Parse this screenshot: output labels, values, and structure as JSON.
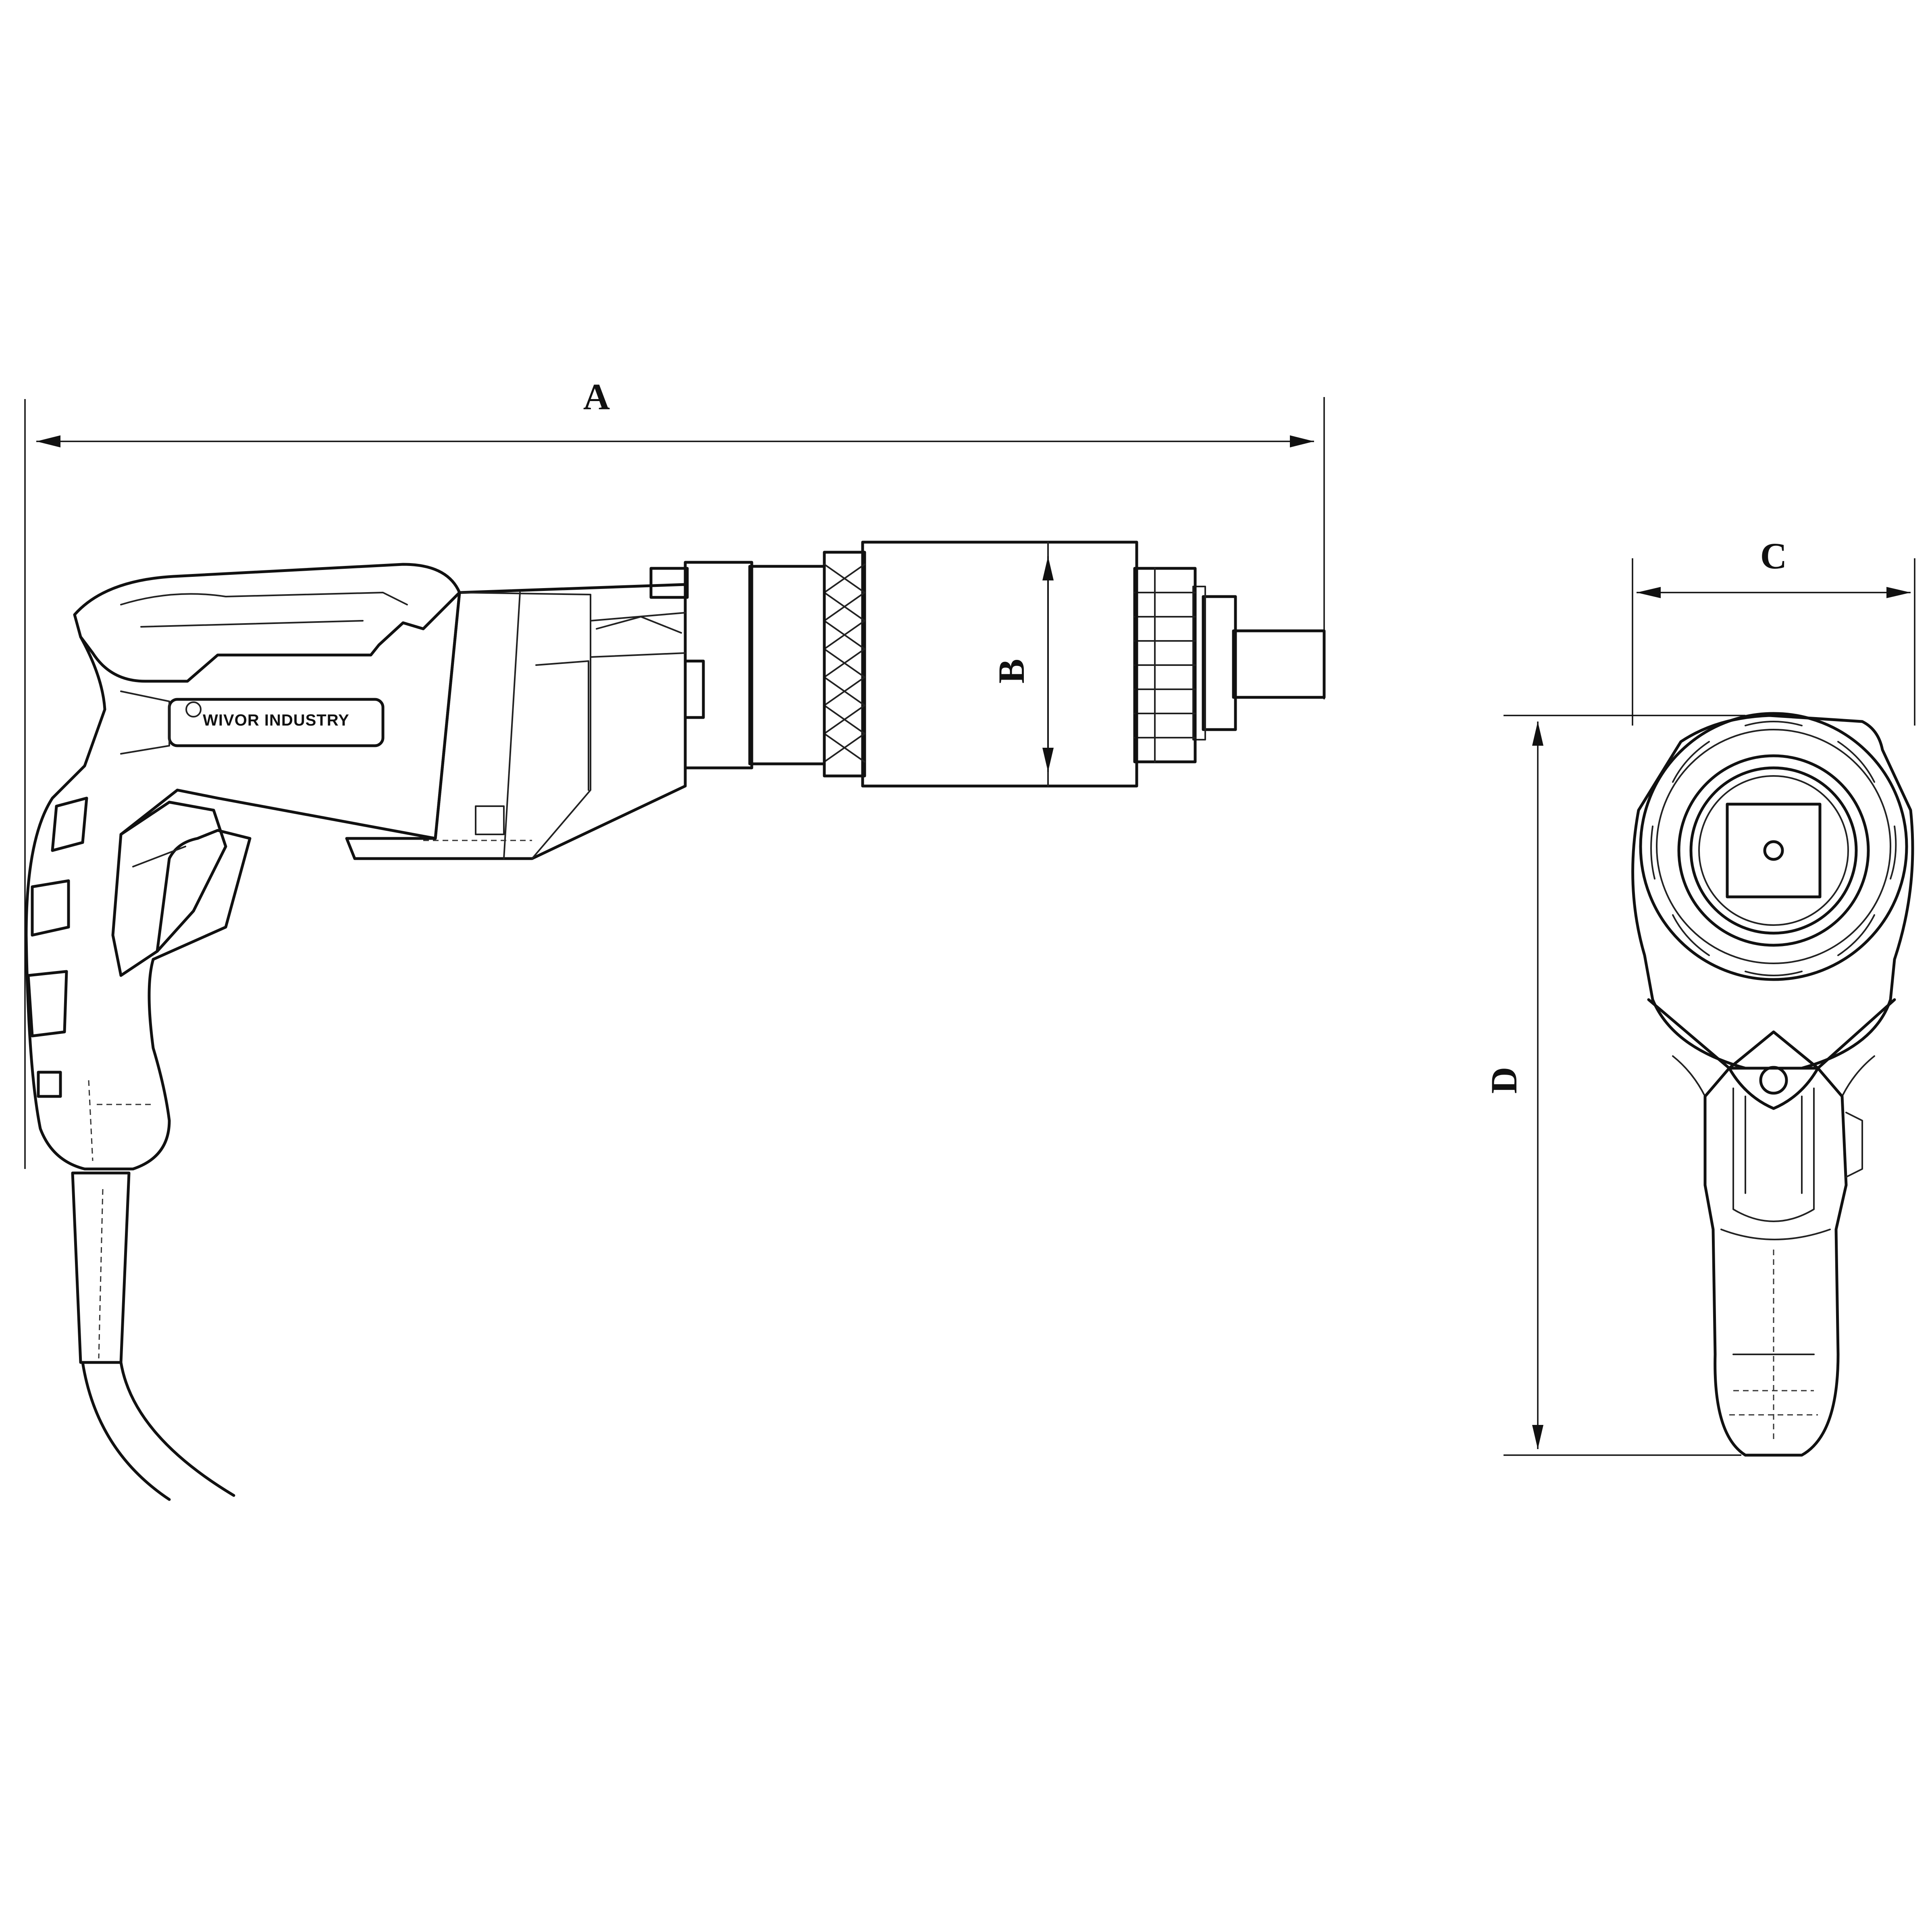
{
  "diagram": {
    "dimension_labels": {
      "a": "A",
      "b": "B",
      "c": "C",
      "d": "D"
    },
    "brand_plate": "WIVOR INDUSTRY"
  }
}
